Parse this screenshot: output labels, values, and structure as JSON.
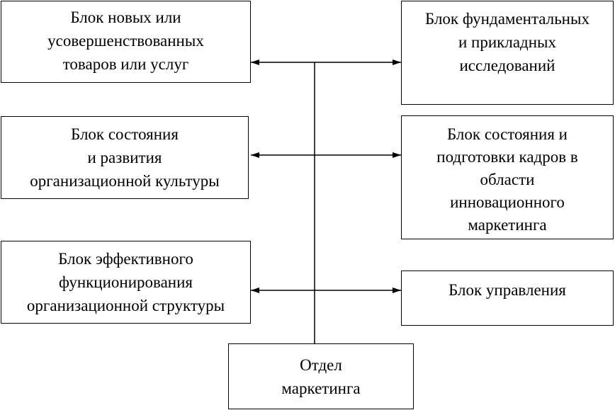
{
  "diagram": {
    "left_blocks": [
      {
        "lines": [
          "Блок новых или",
          "усовершенствованных",
          "товаров или услуг"
        ]
      },
      {
        "lines": [
          "Блок состояния",
          "и развития",
          "организационной культуры"
        ]
      },
      {
        "lines": [
          "Блок эффективного",
          "функционирования",
          "организационной структуры"
        ]
      }
    ],
    "right_blocks": [
      {
        "lines": [
          "Блок фундаментальных",
          "и прикладных",
          "исследований"
        ]
      },
      {
        "lines": [
          "Блок состояния и",
          "подготовки кадров в",
          "области",
          "инновационного",
          "маркетинга"
        ]
      },
      {
        "lines": [
          "Блок управления"
        ]
      }
    ],
    "center_block": {
      "lines": [
        "Отдел",
        "маркетинга"
      ]
    }
  }
}
